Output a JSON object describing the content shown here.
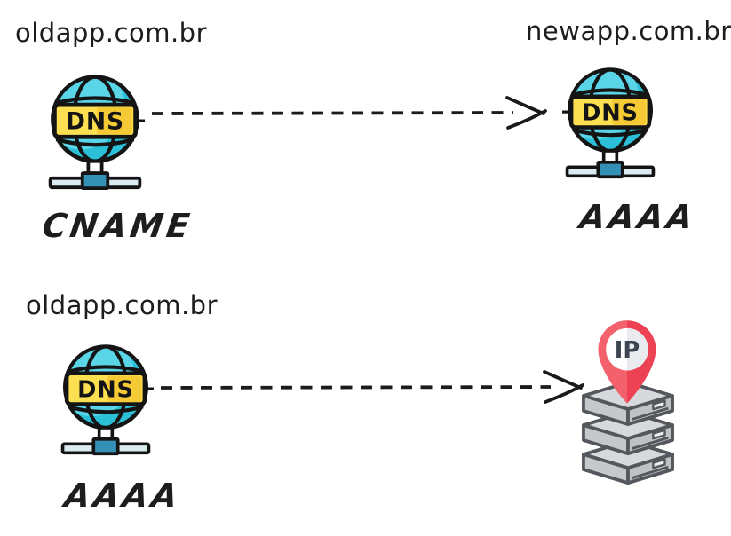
{
  "canvas": {
    "background": "#ffffff"
  },
  "palette": {
    "outline": "#141414",
    "globe_light": "#5ad5e8",
    "globe_dark": "#2cc0d8",
    "dns_badge_light": "#fde052",
    "dns_badge_dark": "#f5ca35",
    "stand_bar": "#dcebf1",
    "stand_hub_blue": "#3590b5",
    "arrow": "#1b1b1b",
    "pin_red_light": "#f2616c",
    "pin_red_dark": "#ec4254",
    "pin_circle_left": "#ffffff",
    "pin_circle_right": "#e9ebee",
    "pin_text": "#3c4550",
    "server_top": "#d7d9dc",
    "server_left": "#c6c9cc",
    "server_right": "#bfc2c5",
    "server_outline": "#54585d",
    "text": "#1d1d1d"
  },
  "flows": {
    "cname_flow": {
      "source": {
        "domain": "oldapp.com.br",
        "icon": "dns-globe",
        "badge": "DNS",
        "record": "CNAME"
      },
      "arrow": {
        "style": "dashed",
        "direction": "right"
      },
      "target": {
        "domain": "newapp.com.br",
        "icon": "dns-globe",
        "badge": "DNS",
        "record": "AAAA"
      }
    },
    "aaaa_flow": {
      "source": {
        "domain": "oldapp.com.br",
        "icon": "dns-globe",
        "badge": "DNS",
        "record": "AAAA"
      },
      "arrow": {
        "style": "dashed",
        "direction": "right"
      },
      "target": {
        "icon": "server-stack-with-ip-pin",
        "pin": "IP"
      }
    }
  }
}
